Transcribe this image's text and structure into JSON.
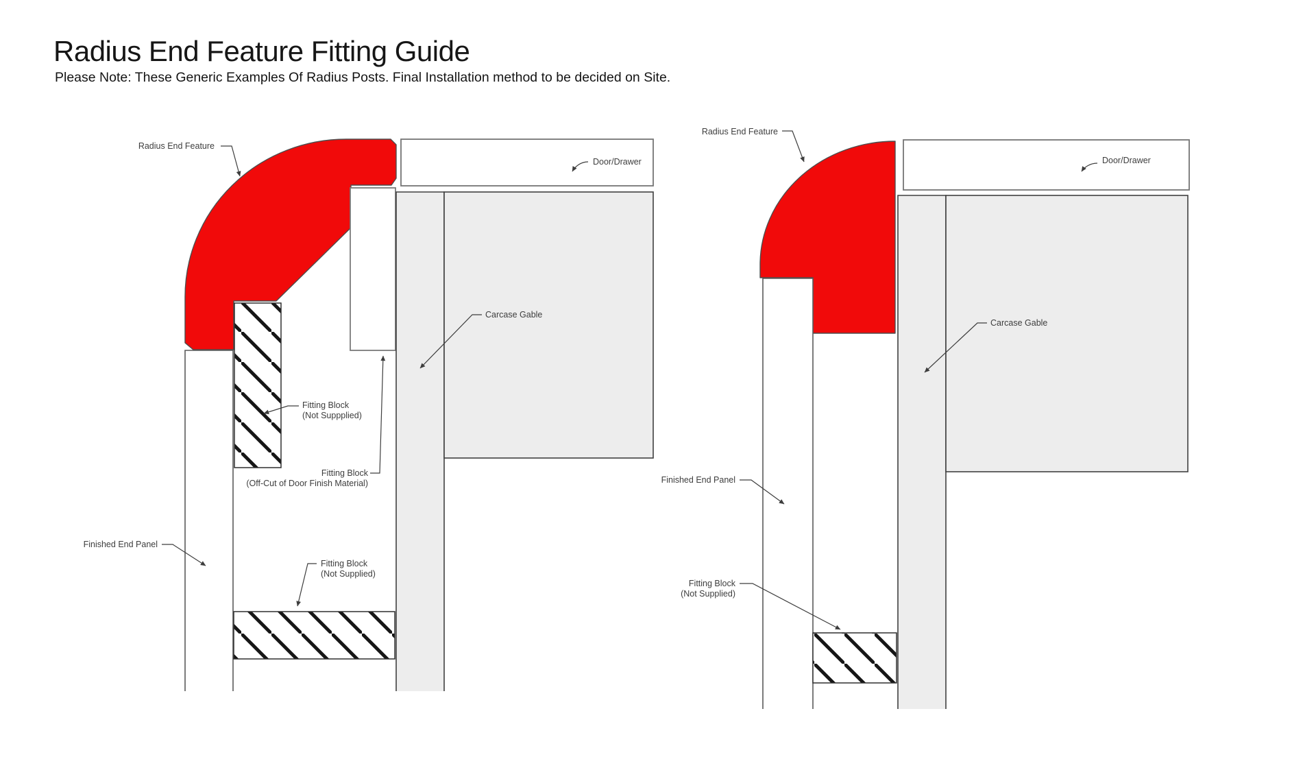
{
  "header": {
    "title": "Radius End Feature Fitting Guide",
    "subtitle": "Please Note: These Generic Examples Of Radius Posts. Final Installation method to be decided on Site."
  },
  "colors": {
    "red": "#f10a0a",
    "light_gray": "#ededed",
    "white": "#ffffff",
    "outline_dark": "#3f3f3f",
    "outline_mid": "#6f6f6f",
    "label_text": "#3d3d3d",
    "hatch_line": "#161616"
  },
  "left_diagram": {
    "labels": {
      "radius_end_feature": "Radius End Feature",
      "door_drawer": "Door/Drawer",
      "carcase_gable": "Carcase Gable",
      "fitting_block_top_1": "Fitting Block",
      "fitting_block_top_2": "(Not Suppplied)",
      "fitting_block_offcut_1": "Fitting Block",
      "fitting_block_offcut_2": "(Off-Cut of Door Finish Material)",
      "finished_end_panel": "Finished End Panel",
      "fitting_block_bottom_1": "Fitting Block",
      "fitting_block_bottom_2": "(Not Supplied)"
    }
  },
  "right_diagram": {
    "labels": {
      "radius_end_feature": "Radius End Feature",
      "door_drawer": "Door/Drawer",
      "carcase_gable": "Carcase Gable",
      "finished_end_panel": "Finished End Panel",
      "fitting_block_1": "Fitting Block",
      "fitting_block_2": "(Not Supplied)"
    }
  }
}
